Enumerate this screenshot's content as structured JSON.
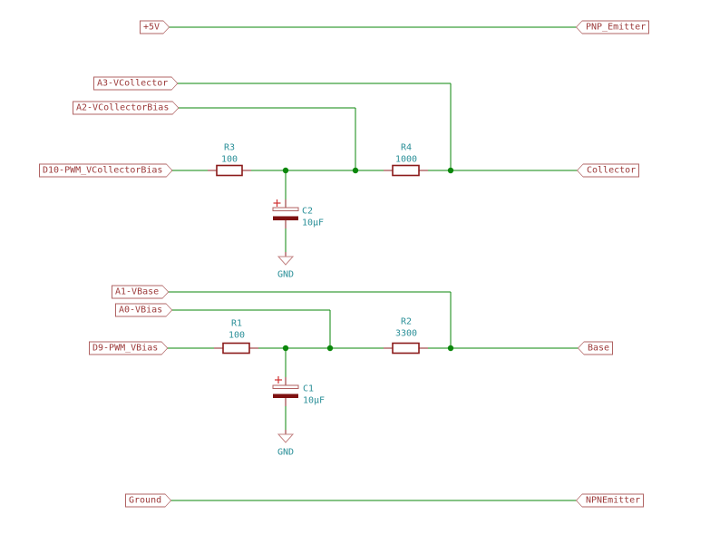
{
  "labels": {
    "left": [
      {
        "text": "+5V"
      },
      {
        "text": "A3-VCollector"
      },
      {
        "text": "A2-VCollectorBias"
      },
      {
        "text": "D10-PWM_VCollectorBias"
      },
      {
        "text": "A1-VBase"
      },
      {
        "text": "A0-VBias"
      },
      {
        "text": "D9-PWM_VBias"
      },
      {
        "text": "Ground"
      }
    ],
    "right": [
      {
        "text": "PNP_Emitter"
      },
      {
        "text": "Collector"
      },
      {
        "text": "Base"
      },
      {
        "text": "NPNEmitter"
      }
    ]
  },
  "components": {
    "R3": {
      "ref": "R3",
      "value": "100"
    },
    "R4": {
      "ref": "R4",
      "value": "1000"
    },
    "R1": {
      "ref": "R1",
      "value": "100"
    },
    "R2": {
      "ref": "R2",
      "value": "3300"
    },
    "C2": {
      "ref": "C2",
      "value": "10µF"
    },
    "C1": {
      "ref": "C1",
      "value": "10µF"
    }
  },
  "power": {
    "gnd_top": "GND",
    "gnd_bottom": "GND"
  },
  "colors": {
    "wire_green": "#0b870b",
    "label_red": "#9c3a3a",
    "field_teal": "#2a8f98",
    "device_red": "#8b1a1a",
    "background": "#ffffff"
  }
}
